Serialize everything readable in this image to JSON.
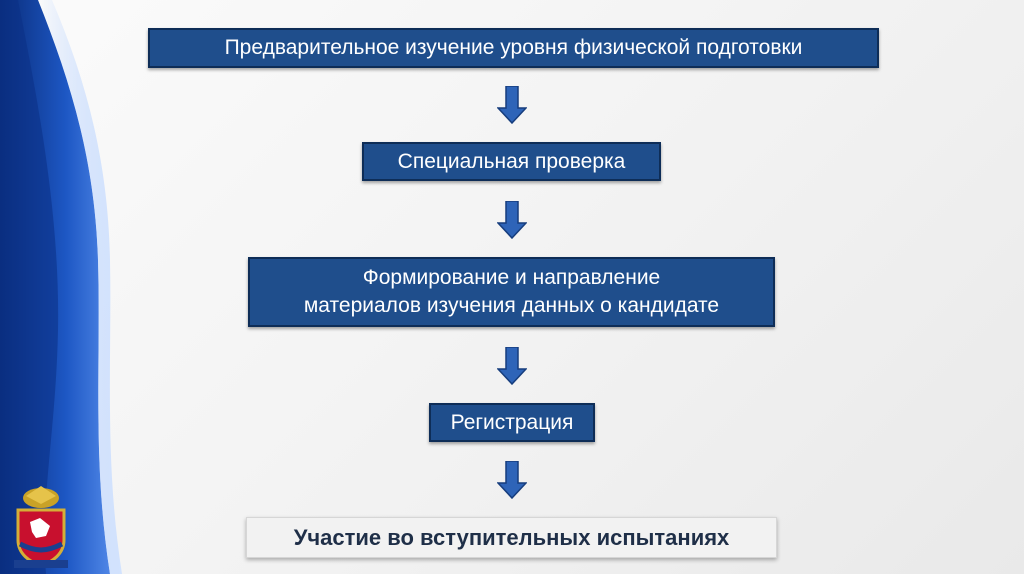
{
  "flow": {
    "step1": "Предварительное изучение уровня физической подготовки",
    "step2": "Специальная проверка",
    "step3_line1": "Формирование и направление",
    "step3_line2": "материалов изучения данных о кандидате",
    "step4": "Регистрация",
    "step5": "Участие во вступительных испытаниях"
  },
  "colors": {
    "box_fill": "#1f4e8c",
    "box_border": "#0e2d57",
    "final_box_fill": "#f2f2f2",
    "final_box_text": "#1f2f48",
    "arrow": "#2e64b8",
    "wave_blue": "#1a4fb0"
  },
  "icons": {
    "arrows": "arrow-down-icon",
    "emblem": "police-emblem-icon"
  }
}
